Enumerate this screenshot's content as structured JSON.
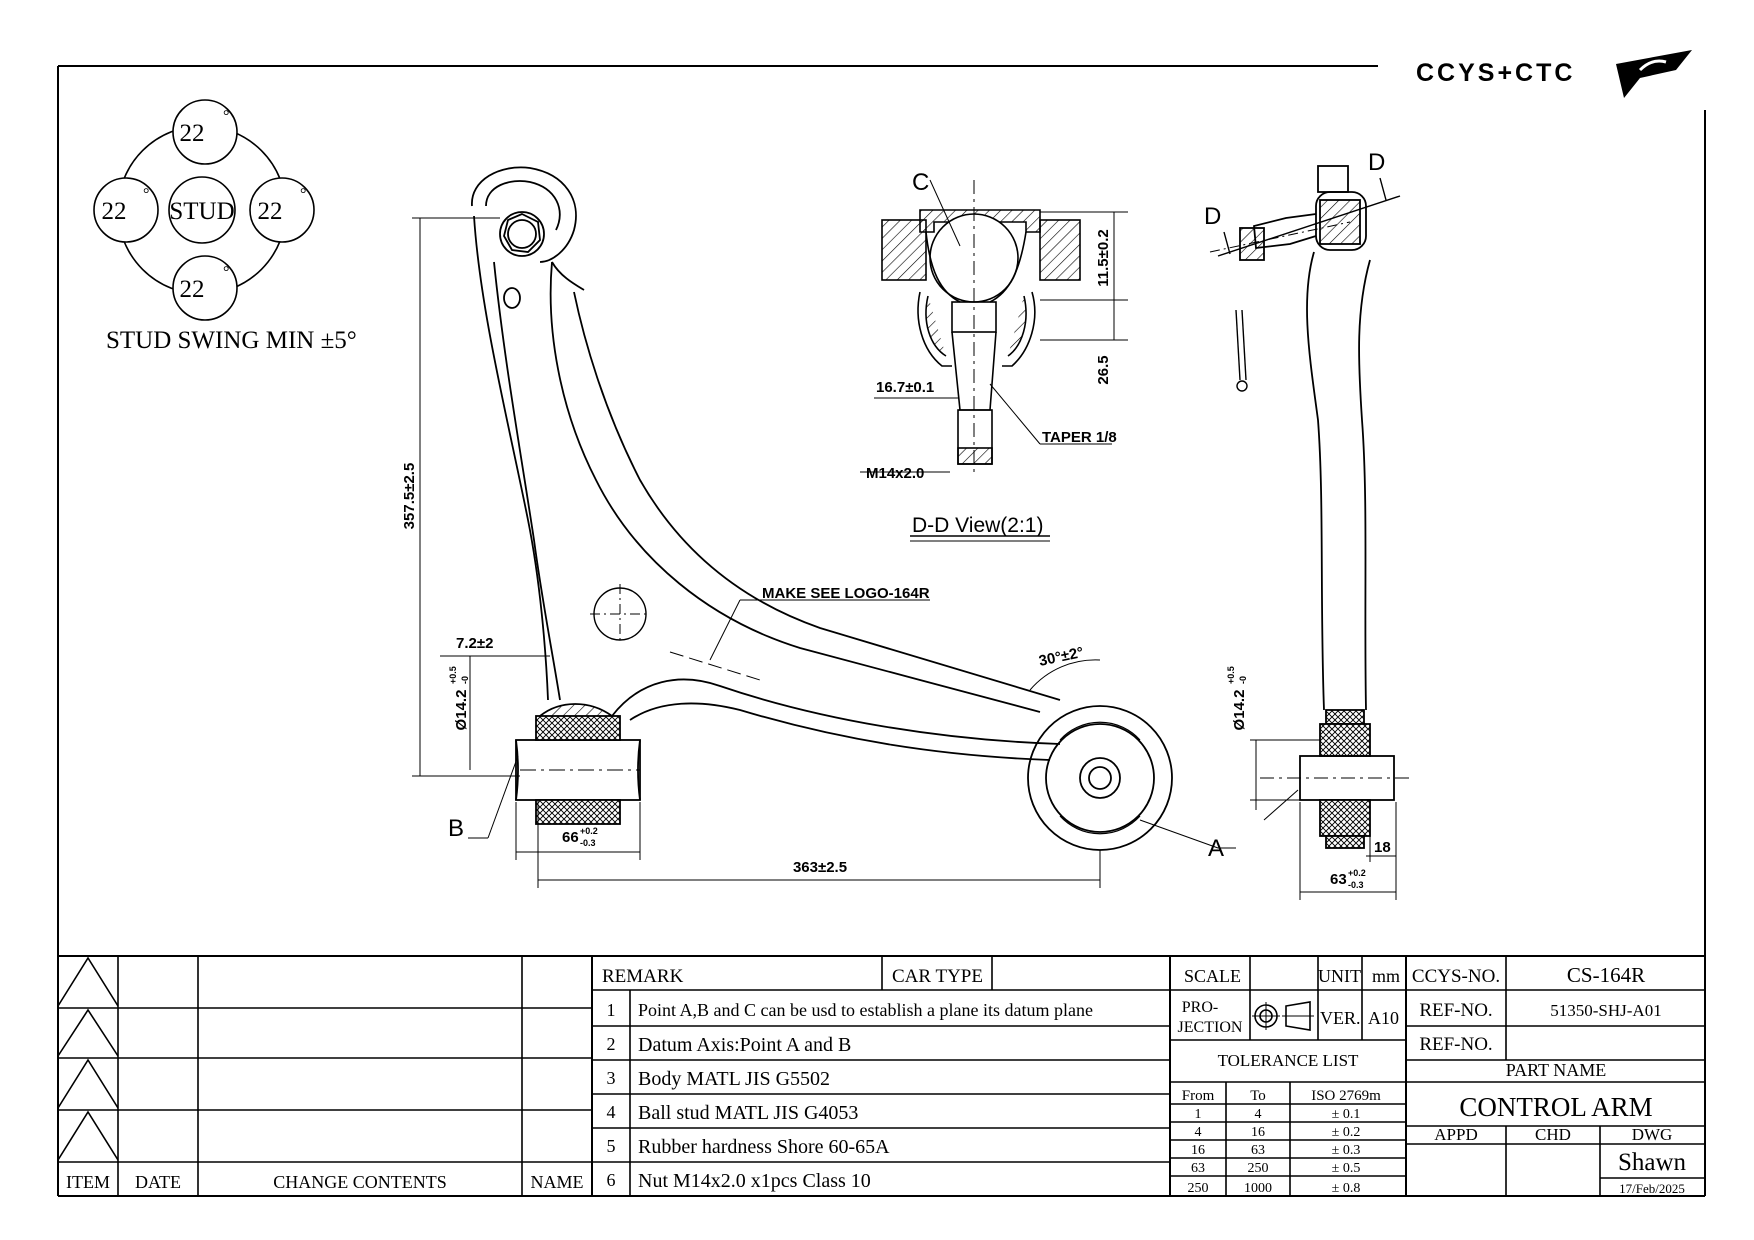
{
  "logo_text": "CCYS+CTC",
  "stud_swing": {
    "center_label": "STUD",
    "angles": [
      "22",
      "22",
      "22",
      "22"
    ],
    "degree_mark": "°",
    "caption": "STUD SWING MIN ±5°"
  },
  "section_view": {
    "callout_c": "C",
    "dims": {
      "height_top": "11.5±0.2",
      "height_bottom": "26.5",
      "diameter": "16.7±0.1",
      "taper": "TAPER 1/8",
      "thread": "M14x2.0"
    },
    "title": "D-D View(2:1)"
  },
  "main_view": {
    "dims": {
      "height": "357.5±2.5",
      "offset": "7.2±2",
      "bush_diameter": "Ø14.2",
      "bush_tol_upper": "+0.5",
      "bush_tol_lower": "-0",
      "bush_width": "66",
      "bush_width_tol_upper": "+0.2",
      "bush_width_tol_lower": "-0.3",
      "length": "363±2.5",
      "angle": "30°±2°"
    },
    "logo_note": "MAKE SEE LOGO-164R",
    "labels": {
      "point_b": "B",
      "point_a": "A"
    }
  },
  "side_view": {
    "section_mark": "D",
    "dims": {
      "bush_diameter": "Ø14.2",
      "bush_tol_upper": "+0.5",
      "bush_tol_lower": "-0",
      "width": "63",
      "width_tol_upper": "+0.2",
      "width_tol_lower": "-0.3",
      "offset": "18"
    }
  },
  "title_block": {
    "revision": {
      "headers": [
        "ITEM",
        "DATE",
        "CHANGE CONTENTS",
        "NAME"
      ]
    },
    "remark": {
      "header": "REMARK",
      "car_type_label": "CAR TYPE",
      "car_type_value": "",
      "items": [
        {
          "no": "1",
          "text": "Point A,B and C can be usd to establish a plane its datum plane"
        },
        {
          "no": "2",
          "text": "Datum Axis:Point A and B"
        },
        {
          "no": "3",
          "text": "Body MATL JIS G5502"
        },
        {
          "no": "4",
          "text": "Ball stud MATL JIS G4053"
        },
        {
          "no": "5",
          "text": "Rubber hardness Shore 60-65A"
        },
        {
          "no": "6",
          "text": "Nut M14x2.0 x1pcs Class 10"
        }
      ]
    },
    "scale_label": "SCALE",
    "scale_value": "",
    "unit_label": "UNIT",
    "unit_value": "mm",
    "projection_label_1": "PRO-",
    "projection_label_2": "JECTION",
    "version_label": "VER.",
    "version_value": "A10",
    "tolerance": {
      "title": "TOLERANCE LIST",
      "headers": [
        "From",
        "To",
        "ISO 2769m"
      ],
      "rows": [
        [
          "1",
          "4",
          "± 0.1"
        ],
        [
          "4",
          "16",
          "± 0.2"
        ],
        [
          "16",
          "63",
          "± 0.3"
        ],
        [
          "63",
          "250",
          "± 0.5"
        ],
        [
          "250",
          "1000",
          "± 0.8"
        ]
      ]
    },
    "ccys_no_label": "CCYS-NO.",
    "ccys_no_value": "CS-164R",
    "ref_no_label": "REF-NO.",
    "ref_no_value": "51350-SHJ-A01",
    "ref_no_label_2": "REF-NO.",
    "ref_no_value_2": "",
    "part_name_label": "PART NAME",
    "part_name_value": "CONTROL ARM",
    "appd_label": "APPD",
    "chd_label": "CHD",
    "dwg_label": "DWG",
    "drawn_by": "Shawn",
    "date": "17/Feb/2025"
  }
}
